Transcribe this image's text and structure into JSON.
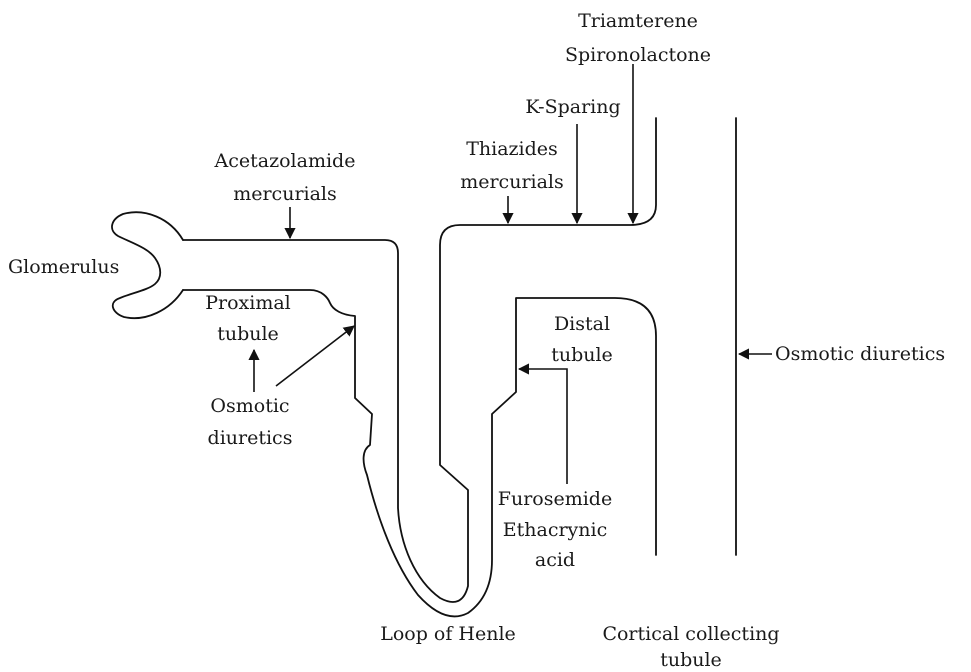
{
  "labels": {
    "triamterene": "Triamterene",
    "spironolactone": "Spironolactone",
    "k_sparing": "K-Sparing",
    "acetazolamide": "Acetazolamide",
    "mercurials_1": "mercurials",
    "thiazides": "Thiazides",
    "mercurials_2": "mercurials",
    "glomerulus": "Glomerulus",
    "proximal": "Proximal",
    "tubule_1": "tubule",
    "osmotic_1": "Osmotic",
    "diuretics_1": "diuretics",
    "distal": "Distal",
    "tubule_2": "tubule",
    "osmotic_diuretics": "Osmotic diuretics",
    "furosemide": "Furosemide",
    "ethacrynic": "Ethacrynic",
    "acid": "acid",
    "loop_of_henle": "Loop of Henle",
    "cortical_collecting": "Cortical collecting",
    "tubule_3": "tubule"
  }
}
